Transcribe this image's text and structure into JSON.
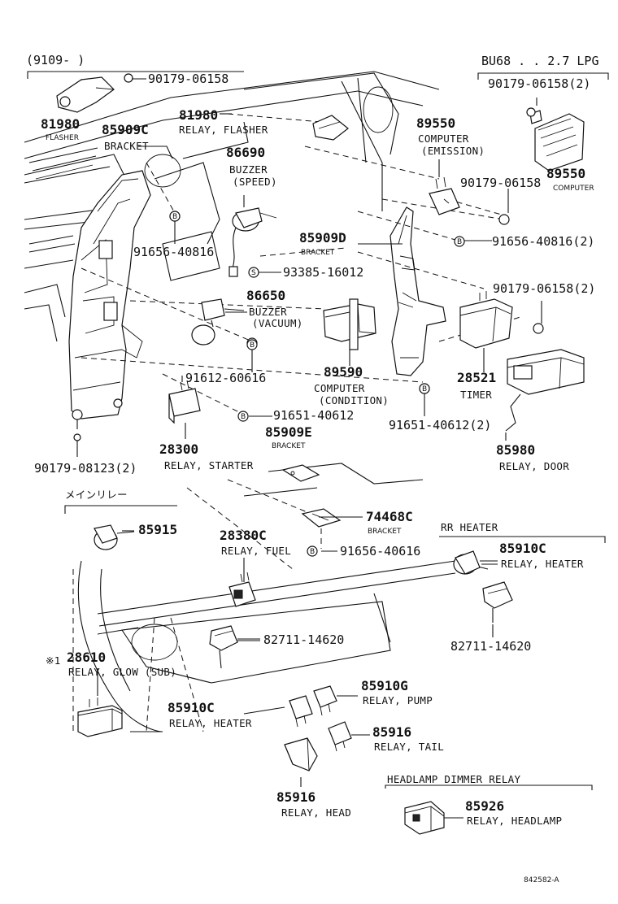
{
  "header_left": "(9109-     )",
  "header_right": "BU68 . . 2.7 LPG",
  "parts": [
    {
      "no": "90179-06158",
      "desc": ""
    },
    {
      "no": "81980",
      "desc": "FLASHER"
    },
    {
      "no": "85909C",
      "desc": "BRACKET"
    },
    {
      "no": "81980",
      "desc": "RELAY, FLASHER"
    },
    {
      "no": "86690",
      "desc": "BUZZER (SPEED)"
    },
    {
      "no": "89550",
      "desc": "COMPUTER (EMISSION)"
    },
    {
      "no": "90179-06158(2)",
      "desc": ""
    },
    {
      "no": "89550",
      "desc": "COMPUTER"
    },
    {
      "no": "90179-06158",
      "desc": ""
    },
    {
      "no": "91656-40816",
      "desc": ""
    },
    {
      "no": "91656-40816(2)",
      "desc": ""
    },
    {
      "no": "85909D",
      "desc": "BRACKET"
    },
    {
      "no": "93385-16012",
      "desc": ""
    },
    {
      "no": "86650",
      "desc": "BUZZER (VACUUM)"
    },
    {
      "no": "90179-06158(2)",
      "desc": ""
    },
    {
      "no": "91612-60616",
      "desc": ""
    },
    {
      "no": "89590",
      "desc": "COMPUTER (CONDITION)"
    },
    {
      "no": "28521",
      "desc": "TIMER"
    },
    {
      "no": "91651-40612",
      "desc": ""
    },
    {
      "no": "91651-40612(2)",
      "desc": ""
    },
    {
      "no": "85909E",
      "desc": "BRACKET"
    },
    {
      "no": "28300",
      "desc": "RELAY, STARTER"
    },
    {
      "no": "85980",
      "desc": "RELAY, DOOR"
    },
    {
      "no": "90179-08123(2)",
      "desc": ""
    },
    {
      "no": "85915",
      "desc": ""
    },
    {
      "no": "74468C",
      "desc": "BRACKET"
    },
    {
      "no": "28380C",
      "desc": "RELAY, FUEL"
    },
    {
      "no": "91656-40616",
      "desc": ""
    },
    {
      "no": "85910C",
      "desc": "RELAY, HEATER"
    },
    {
      "no": "82711-14620",
      "desc": ""
    },
    {
      "no": "82711-14620",
      "desc": ""
    },
    {
      "no": "28610",
      "desc": "RELAY, GLOW (SUB)"
    },
    {
      "no": "85910G",
      "desc": "RELAY, PUMP"
    },
    {
      "no": "85910C",
      "desc": "RELAY, HEATER"
    },
    {
      "no": "85916",
      "desc": "RELAY, TAIL"
    },
    {
      "no": "85916",
      "desc": "RELAY, HEAD"
    },
    {
      "no": "85926",
      "desc": "RELAY, HEADLAMP"
    }
  ],
  "labels": {
    "p90179_top": "90179-06158",
    "p81980_flasher": "81980",
    "flasher": "FLASHER",
    "p85909c": "85909C",
    "bracket1": "BRACKET",
    "p81980_relay": "81980",
    "relay_flasher": "RELAY, FLASHER",
    "p86690": "86690",
    "buzzer1": "BUZZER",
    "speed": "(SPEED)",
    "p89550_a": "89550",
    "computer_a": "COMPUTER",
    "emission": "(EMISSION)",
    "p90179_2a": "90179-06158(2)",
    "p89550_b": "89550",
    "computer_b": "COMPUTER",
    "p90179_b": "90179-06158",
    "p91656_a": "91656-40816",
    "p91656_b": "91656-40816(2)",
    "p85909d": "85909D",
    "bracket_d": "BRACKET",
    "p93385": "93385-16012",
    "p86650": "86650",
    "buzzer2": "BUZZER",
    "vacuum": "(VACUUM)",
    "p90179_2b": "90179-06158(2)",
    "p91612": "91612-60616",
    "p89590": "89590",
    "computer_c": "COMPUTER",
    "condition": "(CONDITION)",
    "p28521": "28521",
    "timer": "TIMER",
    "p91651_a": "91651-40612",
    "p91651_b": "91651-40612(2)",
    "p85909e": "85909E",
    "bracket_e": "BRACKET",
    "p28300": "28300",
    "relay_starter": "RELAY, STARTER",
    "p85980": "85980",
    "relay_door": "RELAY, DOOR",
    "p90179_08123": "90179-08123(2)",
    "main_relay": "メインリレー",
    "p85915": "85915",
    "p74468c": "74468C",
    "bracket_74": "BRACKET",
    "p28380c": "28380C",
    "relay_fuel": "RELAY, FUEL",
    "p91656_40616": "91656-40616",
    "rr_heater": "RR HEATER",
    "p85910c_a": "85910C",
    "relay_heater_a": "RELAY, HEATER",
    "p82711_a": "82711-14620",
    "p82711_b": "82711-14620",
    "star1": "※1",
    "p28610": "28610",
    "relay_glow": "RELAY, GLOW (SUB)",
    "p85910g": "85910G",
    "relay_pump": "RELAY, PUMP",
    "p85910c_b": "85910C",
    "relay_heater_b": "RELAY, HEATER",
    "p85916_a": "85916",
    "relay_tail": "RELAY, TAIL",
    "p85916_b": "85916",
    "relay_head": "RELAY, HEAD",
    "headlamp_dimmer": "HEADLAMP DIMMER RELAY",
    "p85926": "85926",
    "relay_headlamp": "RELAY, HEADLAMP",
    "fig_no": "842582-A",
    "mark_b": "B",
    "mark_s": "S"
  }
}
